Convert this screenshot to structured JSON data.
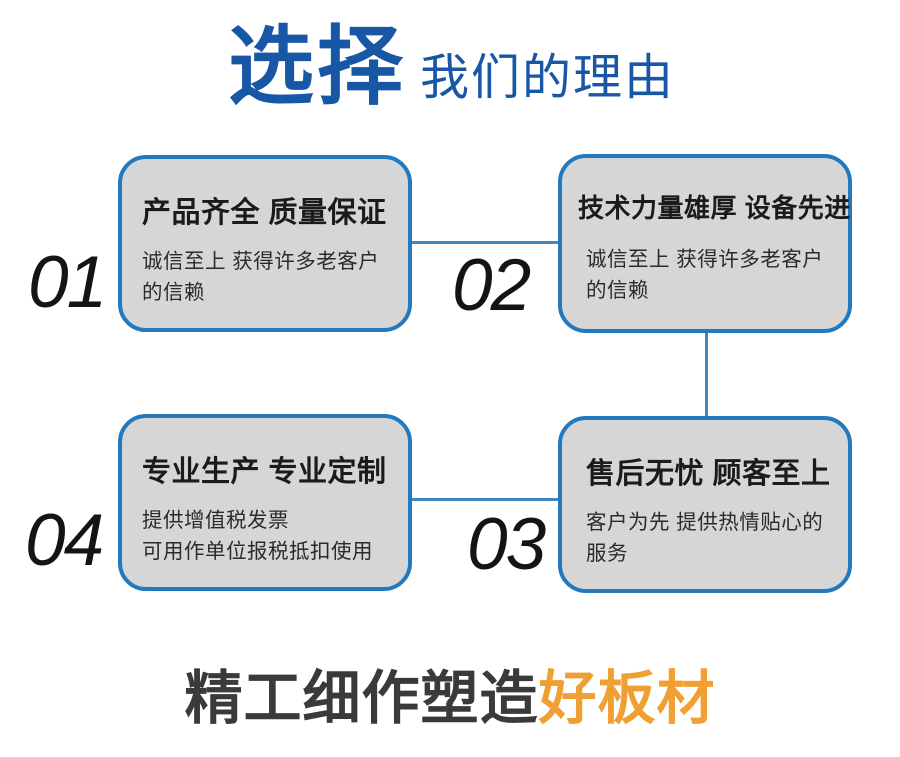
{
  "header": {
    "title_highlight": "选择",
    "title_rest": "我们的理由"
  },
  "cards": [
    {
      "number": "01",
      "title": "产品齐全 质量保证",
      "desc": "诚信至上 获得许多老客户的信赖"
    },
    {
      "number": "02",
      "title": "技术力量雄厚 设备先进",
      "desc": "诚信至上 获得许多老客户的信赖"
    },
    {
      "number": "03",
      "title": "售后无忧 顾客至上",
      "desc": "客户为先 提供热情贴心的服务"
    },
    {
      "number": "04",
      "title": "专业生产 专业定制",
      "desc": "提供增值税发票\n可用作单位报税抵扣使用"
    }
  ],
  "footer": {
    "text_dark": "精工细作塑造",
    "text_accent": "好板材"
  },
  "colors": {
    "accent-blue": "#1856a6",
    "border-blue": "#2379be",
    "connector-blue": "#3f87c3",
    "card-bg": "#d6d6d6",
    "number-color": "#141414",
    "footer-dark": "#3a3a3c",
    "footer-accent": "#f0a033"
  }
}
